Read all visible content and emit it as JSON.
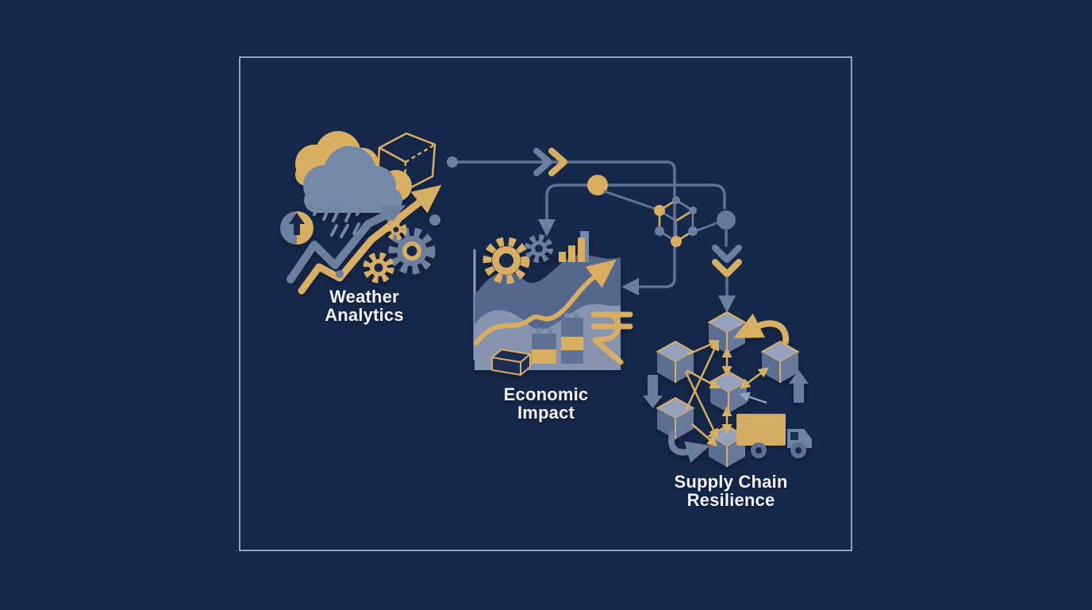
{
  "page": {
    "background": "#16294b",
    "frame_border": "#93a3c2"
  },
  "palette": {
    "navy": "#16294b",
    "slate": "#6d7f9f",
    "slate_light": "#93a1bd",
    "slate_dark": "#55678b",
    "gold": "#d8ae62",
    "gold_dark": "#b8903f",
    "connector_line": "#5e7199",
    "text": "#f2f4f8"
  },
  "stages": [
    {
      "id": "weather-analytics",
      "line1": "Weather",
      "line2": "Analytics"
    },
    {
      "id": "economic-impact",
      "line1": "Economic",
      "line2": "Impact"
    },
    {
      "id": "supply-chain-resilience",
      "line1": "Supply Chain",
      "line2": "Resilience"
    }
  ],
  "icons": {
    "weather": [
      "gold-cloud-icon",
      "storm-cloud-icon",
      "rain-icon",
      "wireframe-cube-icon",
      "pie-arrow-icon",
      "trend-zigzag-arrow-icon",
      "gear-icon"
    ],
    "economic": [
      "gear-icon",
      "bar-chart-icon",
      "area-chart-icon",
      "growth-arrow-icon",
      "battery-icon",
      "rupee-icon",
      "box-icon"
    ],
    "supply": [
      "cube-network-icon",
      "exchange-arrows-icon",
      "truck-icon",
      "up-arrow-icon",
      "down-arrow-icon",
      "return-arrow-icon"
    ],
    "connectors": [
      "flow-dot-icon",
      "chevron-right-icon",
      "gold-node-icon",
      "network-node-icon",
      "chevron-down-icon",
      "flow-arrow-icon"
    ]
  }
}
